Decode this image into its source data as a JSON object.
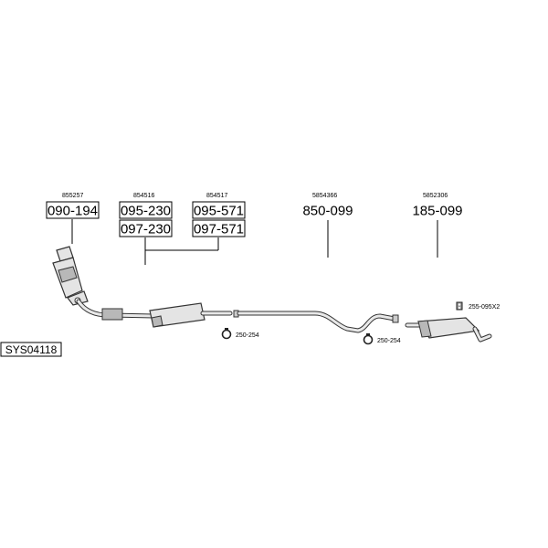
{
  "system": {
    "code": "SYS04118"
  },
  "parts": [
    {
      "ref": "855257",
      "codes": [
        "090-194"
      ]
    },
    {
      "ref": "854516",
      "codes": [
        "095-230",
        "097-230"
      ]
    },
    {
      "ref": "854517",
      "codes": [
        "095-571",
        "097-571"
      ]
    },
    {
      "ref": "5854366",
      "codes": [
        "850-099"
      ]
    },
    {
      "ref": "5852306",
      "codes": [
        "185-099"
      ]
    }
  ],
  "accessories": [
    {
      "code": "250-254",
      "icon": "clamp-icon"
    },
    {
      "code": "250-254",
      "icon": "clamp-icon"
    },
    {
      "code": "255-095X2",
      "icon": "rubber-mount-icon"
    }
  ]
}
